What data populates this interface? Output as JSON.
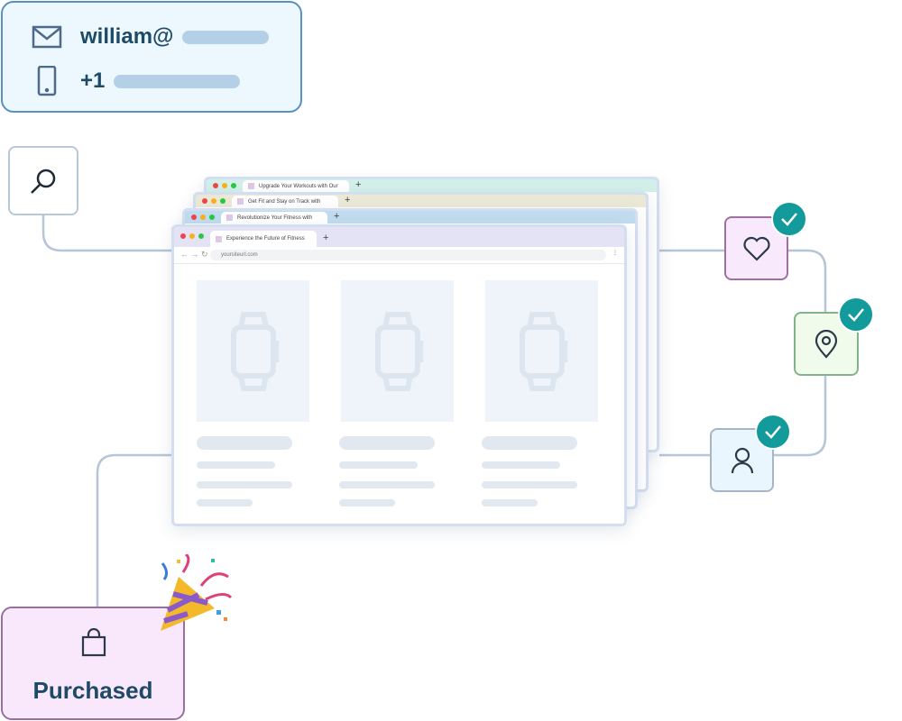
{
  "contact": {
    "email_prefix": "william@",
    "phone_prefix": "+1"
  },
  "browsers": [
    {
      "tab_title": "Upgrade Your Workouts with Our",
      "color": "#d3efe9"
    },
    {
      "tab_title": "Get Fit and Stay on Track with",
      "color": "#ebe8d6"
    },
    {
      "tab_title": "Revolutionize Your Fitness with",
      "color": "#c0dbee"
    },
    {
      "tab_title": "Experience the Future of Fitness",
      "color": "#e3e3f5",
      "url": "yoursiteurl.com"
    }
  ],
  "purchase": {
    "label": "Purchased"
  },
  "colors": {
    "check": "#139a9a",
    "line": "#b6c5d8"
  }
}
